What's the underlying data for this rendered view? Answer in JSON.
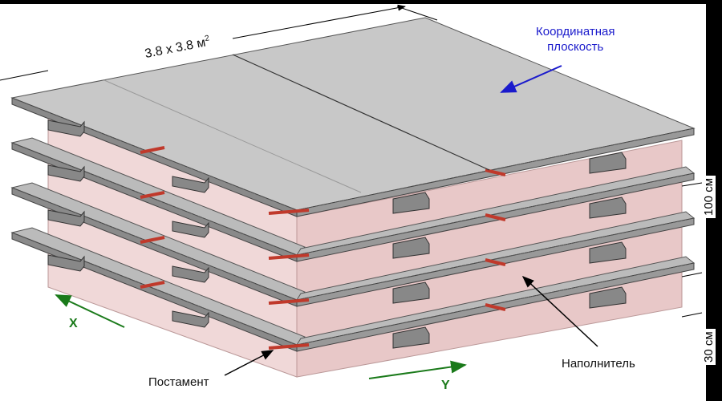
{
  "dimension_label": "3.8 x 3.8 м",
  "dimension_superscript": "2",
  "coordinate_plane_label": [
    "Координатная",
    "плоскость"
  ],
  "filler_label": "Наполнитель",
  "pedestal_label": "Постамент",
  "axis_x_label": "X",
  "axis_y_label": "Y",
  "height_label": "100 см",
  "gap_label": "30 см",
  "layer_count": 4,
  "colors": {
    "label_blue": "#1a1acc",
    "axis_green": "#1a7a1a",
    "plate": "#c8c8c8",
    "filler": "#f0d8d8",
    "pedestal": "#c0392b"
  }
}
